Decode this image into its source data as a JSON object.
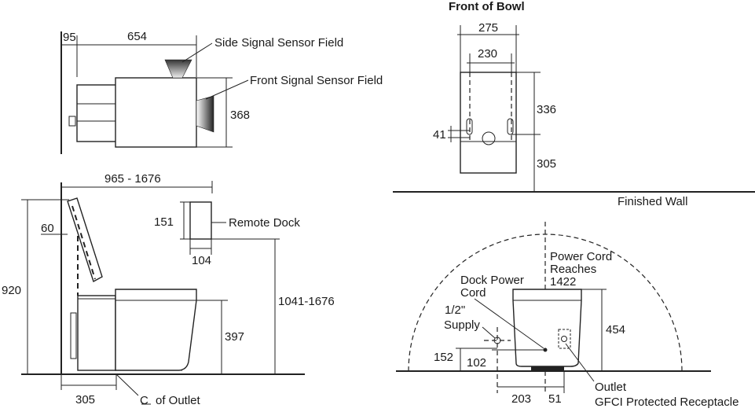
{
  "titles": {
    "front_of_bowl": "Front of Bowl",
    "finished_wall": "Finished Wall"
  },
  "callouts": {
    "side_signal_sensor_field": "Side Signal Sensor Field",
    "front_signal_sensor_field": "Front Signal Sensor Field",
    "remote_dock": "Remote Dock",
    "centerline_of_outlet": "of Outlet",
    "dock_power_cord_1": "Dock Power",
    "dock_power_cord_2": "Cord",
    "supply_1": "1/2\"",
    "supply_2": "Supply",
    "power_cord_reaches_1": "Power Cord",
    "power_cord_reaches_2": "Reaches",
    "power_cord_reaches_3": "1422",
    "outlet": "Outlet",
    "gfci": "GFCI Protected Receptacle"
  },
  "dimensions": {
    "d95": "95",
    "d654": "654",
    "d368": "368",
    "d965_1676": "965 - 1676",
    "d151": "151",
    "d104": "104",
    "d60": "60",
    "d920": "920",
    "d1041_1676": "1041-1676",
    "d397": "397",
    "d305_side": "305",
    "d275": "275",
    "d230": "230",
    "d336": "336",
    "d41": "41",
    "d305_front": "305",
    "d454": "454",
    "d152": "152",
    "d102": "102",
    "d203": "203",
    "d51": "51"
  }
}
